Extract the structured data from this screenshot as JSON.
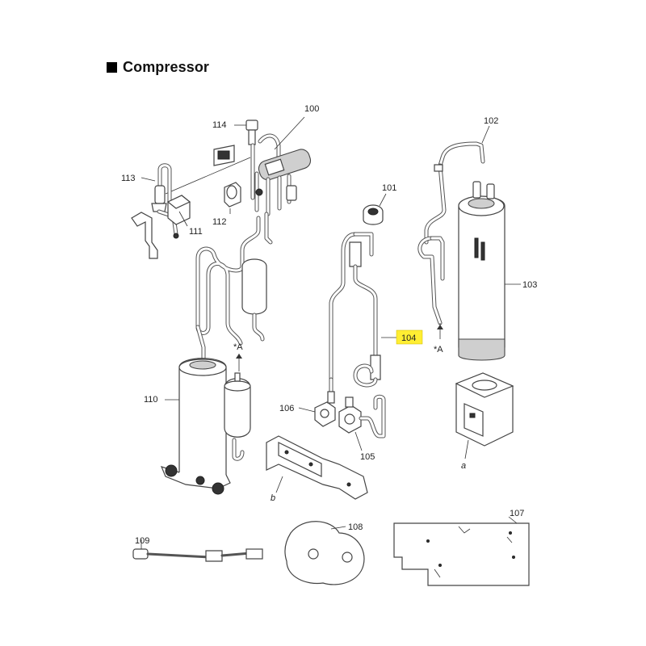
{
  "header": {
    "title": "Compressor"
  },
  "parts": [
    {
      "id": "100",
      "label": "100",
      "highlighted": false
    },
    {
      "id": "101",
      "label": "101",
      "highlighted": false
    },
    {
      "id": "102",
      "label": "102",
      "highlighted": false
    },
    {
      "id": "103",
      "label": "103",
      "highlighted": false
    },
    {
      "id": "104",
      "label": "104",
      "highlighted": true
    },
    {
      "id": "105",
      "label": "105",
      "highlighted": false
    },
    {
      "id": "106",
      "label": "106",
      "highlighted": false
    },
    {
      "id": "107",
      "label": "107",
      "highlighted": false
    },
    {
      "id": "108",
      "label": "108",
      "highlighted": false
    },
    {
      "id": "109",
      "label": "109",
      "highlighted": false
    },
    {
      "id": "110",
      "label": "110",
      "highlighted": false
    },
    {
      "id": "111",
      "label": "111",
      "highlighted": false
    },
    {
      "id": "112",
      "label": "112",
      "highlighted": false
    },
    {
      "id": "113",
      "label": "113",
      "highlighted": false
    },
    {
      "id": "114",
      "label": "114",
      "highlighted": false
    }
  ],
  "markers": {
    "star_a_1": "*A",
    "star_a_2": "*A",
    "ref_a": "a",
    "ref_b": "b"
  },
  "colors": {
    "highlight": "#ffee33",
    "line": "#444444"
  }
}
